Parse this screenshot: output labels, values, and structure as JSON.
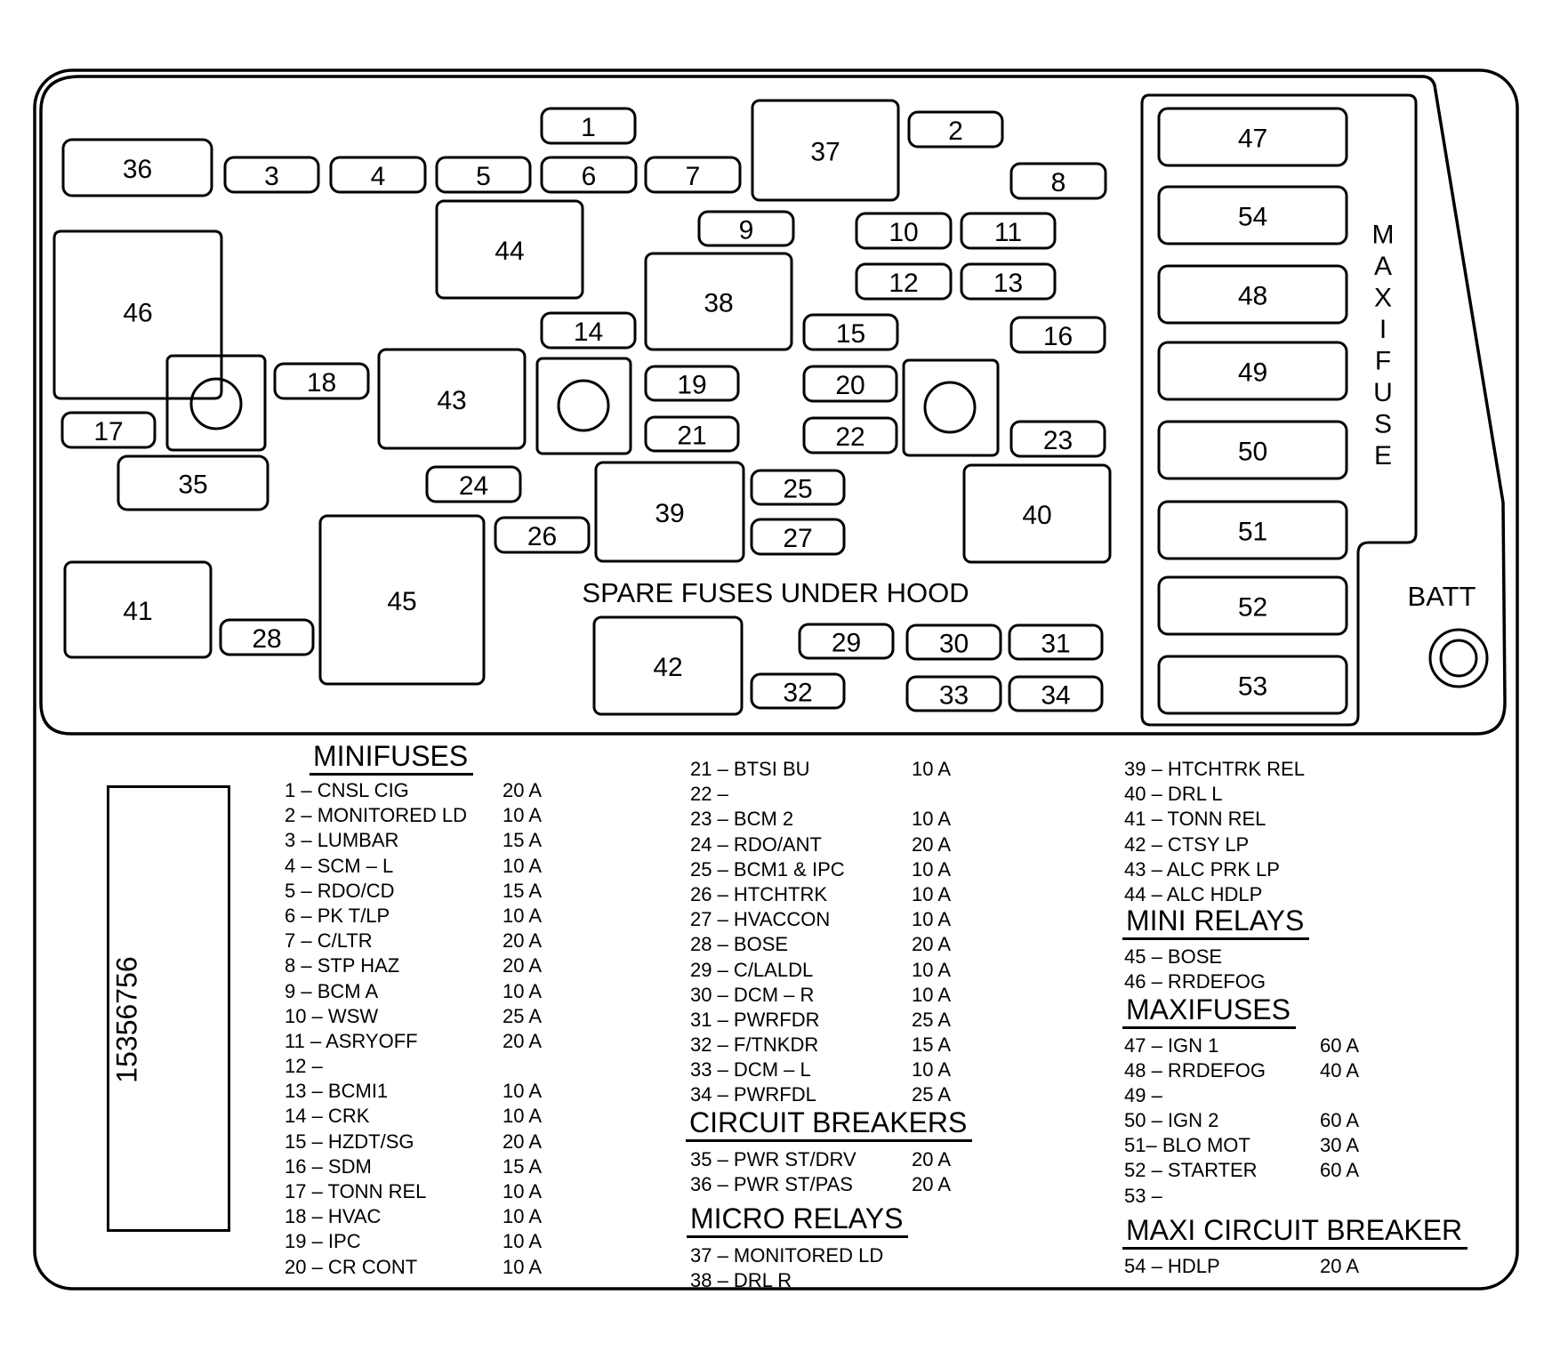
{
  "diagram_labels": {
    "spare_fuses": "SPARE FUSES UNDER HOOD",
    "batt": "BATT",
    "maxi_fuse_vertical": [
      "M",
      "A",
      "X",
      "I",
      "F",
      "U",
      "S",
      "E"
    ],
    "part_number": "15356756"
  },
  "positions": [
    "36",
    "3",
    "4",
    "5",
    "6",
    "7",
    "1",
    "37",
    "2",
    "8",
    "44",
    "9",
    "10",
    "11",
    "12",
    "13",
    "46",
    "38",
    "14",
    "15",
    "16",
    "18",
    "43",
    "19",
    "20",
    "17",
    "21",
    "22",
    "23",
    "35",
    "24",
    "39",
    "25",
    "40",
    "26",
    "27",
    "41",
    "45",
    "28",
    "42",
    "29",
    "30",
    "31",
    "32",
    "33",
    "34",
    "47",
    "54",
    "48",
    "49",
    "50",
    "51",
    "52",
    "53"
  ],
  "legend": {
    "minifuses": {
      "title": "MINIFUSES",
      "rows": [
        {
          "label": "1 – CNSL CIG",
          "amp": "20 A"
        },
        {
          "label": "2 – MONITORED LD",
          "amp": "10 A"
        },
        {
          "label": "3 – LUMBAR",
          "amp": "15 A"
        },
        {
          "label": "4 – SCM – L",
          "amp": "10 A"
        },
        {
          "label": "5 – RDO/CD",
          "amp": "15 A"
        },
        {
          "label": "6 – PK T/LP",
          "amp": "10 A"
        },
        {
          "label": "7 – C/LTR",
          "amp": "20 A"
        },
        {
          "label": "8 – STP HAZ",
          "amp": "20 A"
        },
        {
          "label": "9 – BCM A",
          "amp": "10 A"
        },
        {
          "label": "10 – WSW",
          "amp": "25 A"
        },
        {
          "label": "11 – ASRYOFF",
          "amp": "20 A"
        },
        {
          "label": "12 –",
          "amp": ""
        },
        {
          "label": "13 – BCMI1",
          "amp": "10 A"
        },
        {
          "label": "14 – CRK",
          "amp": "10 A"
        },
        {
          "label": "15 – HZDT/SG",
          "amp": "20 A"
        },
        {
          "label": "16 – SDM",
          "amp": "15 A"
        },
        {
          "label": "17 – TONN REL",
          "amp": "10 A"
        },
        {
          "label": "18 – HVAC",
          "amp": "10 A"
        },
        {
          "label": "19 – IPC",
          "amp": "10 A"
        },
        {
          "label": "20 – CR CONT",
          "amp": "10 A"
        },
        {
          "label": "21 – BTSI BU",
          "amp": "10 A"
        },
        {
          "label": "22 –",
          "amp": ""
        },
        {
          "label": "23 – BCM 2",
          "amp": "10 A"
        },
        {
          "label": "24 – RDO/ANT",
          "amp": "20 A"
        },
        {
          "label": "25 – BCM1 & IPC",
          "amp": "10 A"
        },
        {
          "label": "26 – HTCHTRK",
          "amp": "10 A"
        },
        {
          "label": "27 – HVACCON",
          "amp": "10 A"
        },
        {
          "label": "28 – BOSE",
          "amp": "20 A"
        },
        {
          "label": "29 – C/LALDL",
          "amp": "10 A"
        },
        {
          "label": "30 – DCM – R",
          "amp": "10 A"
        },
        {
          "label": "31 – PWRFDR",
          "amp": "25 A"
        },
        {
          "label": "32 – F/TNKDR",
          "amp": "15 A"
        },
        {
          "label": "33 – DCM – L",
          "amp": "10 A"
        },
        {
          "label": "34 – PWRFDL",
          "amp": "25 A"
        }
      ]
    },
    "circuit_breakers": {
      "title": "CIRCUIT BREAKERS",
      "rows": [
        {
          "label": "35 – PWR ST/DRV",
          "amp": "20 A"
        },
        {
          "label": "36 – PWR ST/PAS",
          "amp": "20 A"
        }
      ]
    },
    "micro_relays": {
      "title": "MICRO RELAYS",
      "rows": [
        {
          "label": "37 – MONITORED LD",
          "amp": ""
        },
        {
          "label": "38 – DRL R",
          "amp": ""
        },
        {
          "label": "39 – HTCHTRK REL",
          "amp": ""
        },
        {
          "label": "40 – DRL L",
          "amp": ""
        },
        {
          "label": "41 – TONN REL",
          "amp": ""
        },
        {
          "label": "42 – CTSY LP",
          "amp": ""
        },
        {
          "label": "43 – ALC PRK LP",
          "amp": ""
        },
        {
          "label": "44 – ALC HDLP",
          "amp": ""
        }
      ]
    },
    "mini_relays": {
      "title": "MINI RELAYS",
      "rows": [
        {
          "label": "45 – BOSE",
          "amp": ""
        },
        {
          "label": "46 – RRDEFOG",
          "amp": ""
        }
      ]
    },
    "maxifuses": {
      "title": "MAXIFUSES",
      "rows": [
        {
          "label": "47 – IGN 1",
          "amp": "60 A"
        },
        {
          "label": "48 – RRDEFOG",
          "amp": "40 A"
        },
        {
          "label": "49 –",
          "amp": ""
        },
        {
          "label": "50 – IGN 2",
          "amp": "60 A"
        },
        {
          "label": "51– BLO MOT",
          "amp": "30 A"
        },
        {
          "label": "52 – STARTER",
          "amp": "60 A"
        },
        {
          "label": "53 –",
          "amp": ""
        }
      ]
    },
    "maxi_circuit_breaker": {
      "title": "MAXI CIRCUIT BREAKER",
      "rows": [
        {
          "label": "54 – HDLP",
          "amp": "20 A"
        }
      ]
    }
  }
}
